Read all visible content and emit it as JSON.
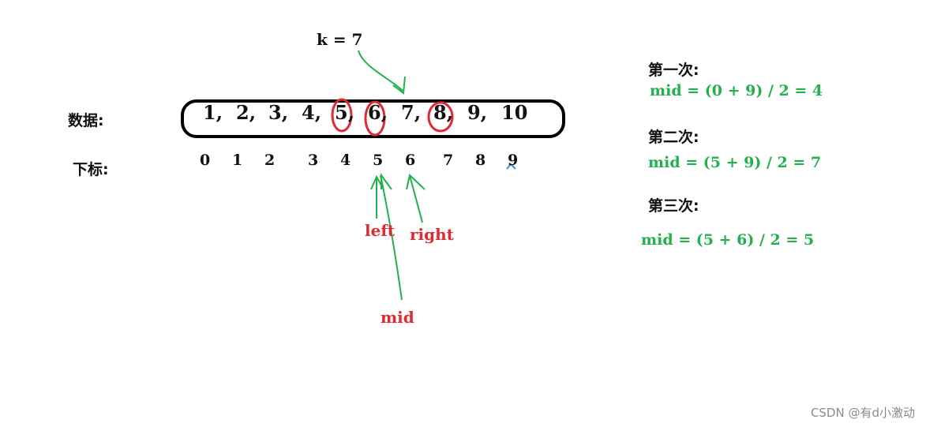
{
  "k_label": "k = 7",
  "data_label": "数据:",
  "index_label": "下标:",
  "data_items": [
    "1,",
    "2,",
    "3,",
    "4,",
    "5,",
    "6,",
    "7,",
    "8,",
    "9,",
    "10"
  ],
  "index_items": [
    "0",
    "1",
    "2",
    "3",
    "4",
    "5",
    "6",
    "7",
    "8",
    "9"
  ],
  "pointer_labels": {
    "left": "left",
    "right": "right",
    "mid": "mid"
  },
  "steps": [
    {
      "title": "第一次:",
      "formula": "mid = (0 + 9) / 2 = 4"
    },
    {
      "title": "第二次:",
      "formula": "mid = (5 + 9) / 2 = 7"
    },
    {
      "title": "第三次:",
      "formula": "mid = (5 + 6) / 2 = 5"
    }
  ],
  "watermark": "CSDN @有d小激动",
  "colors": {
    "highlight_circle": "#e02a33",
    "arrow": "#22b14c",
    "formula": "#22b14c",
    "pointer_label": "#e02a33"
  }
}
